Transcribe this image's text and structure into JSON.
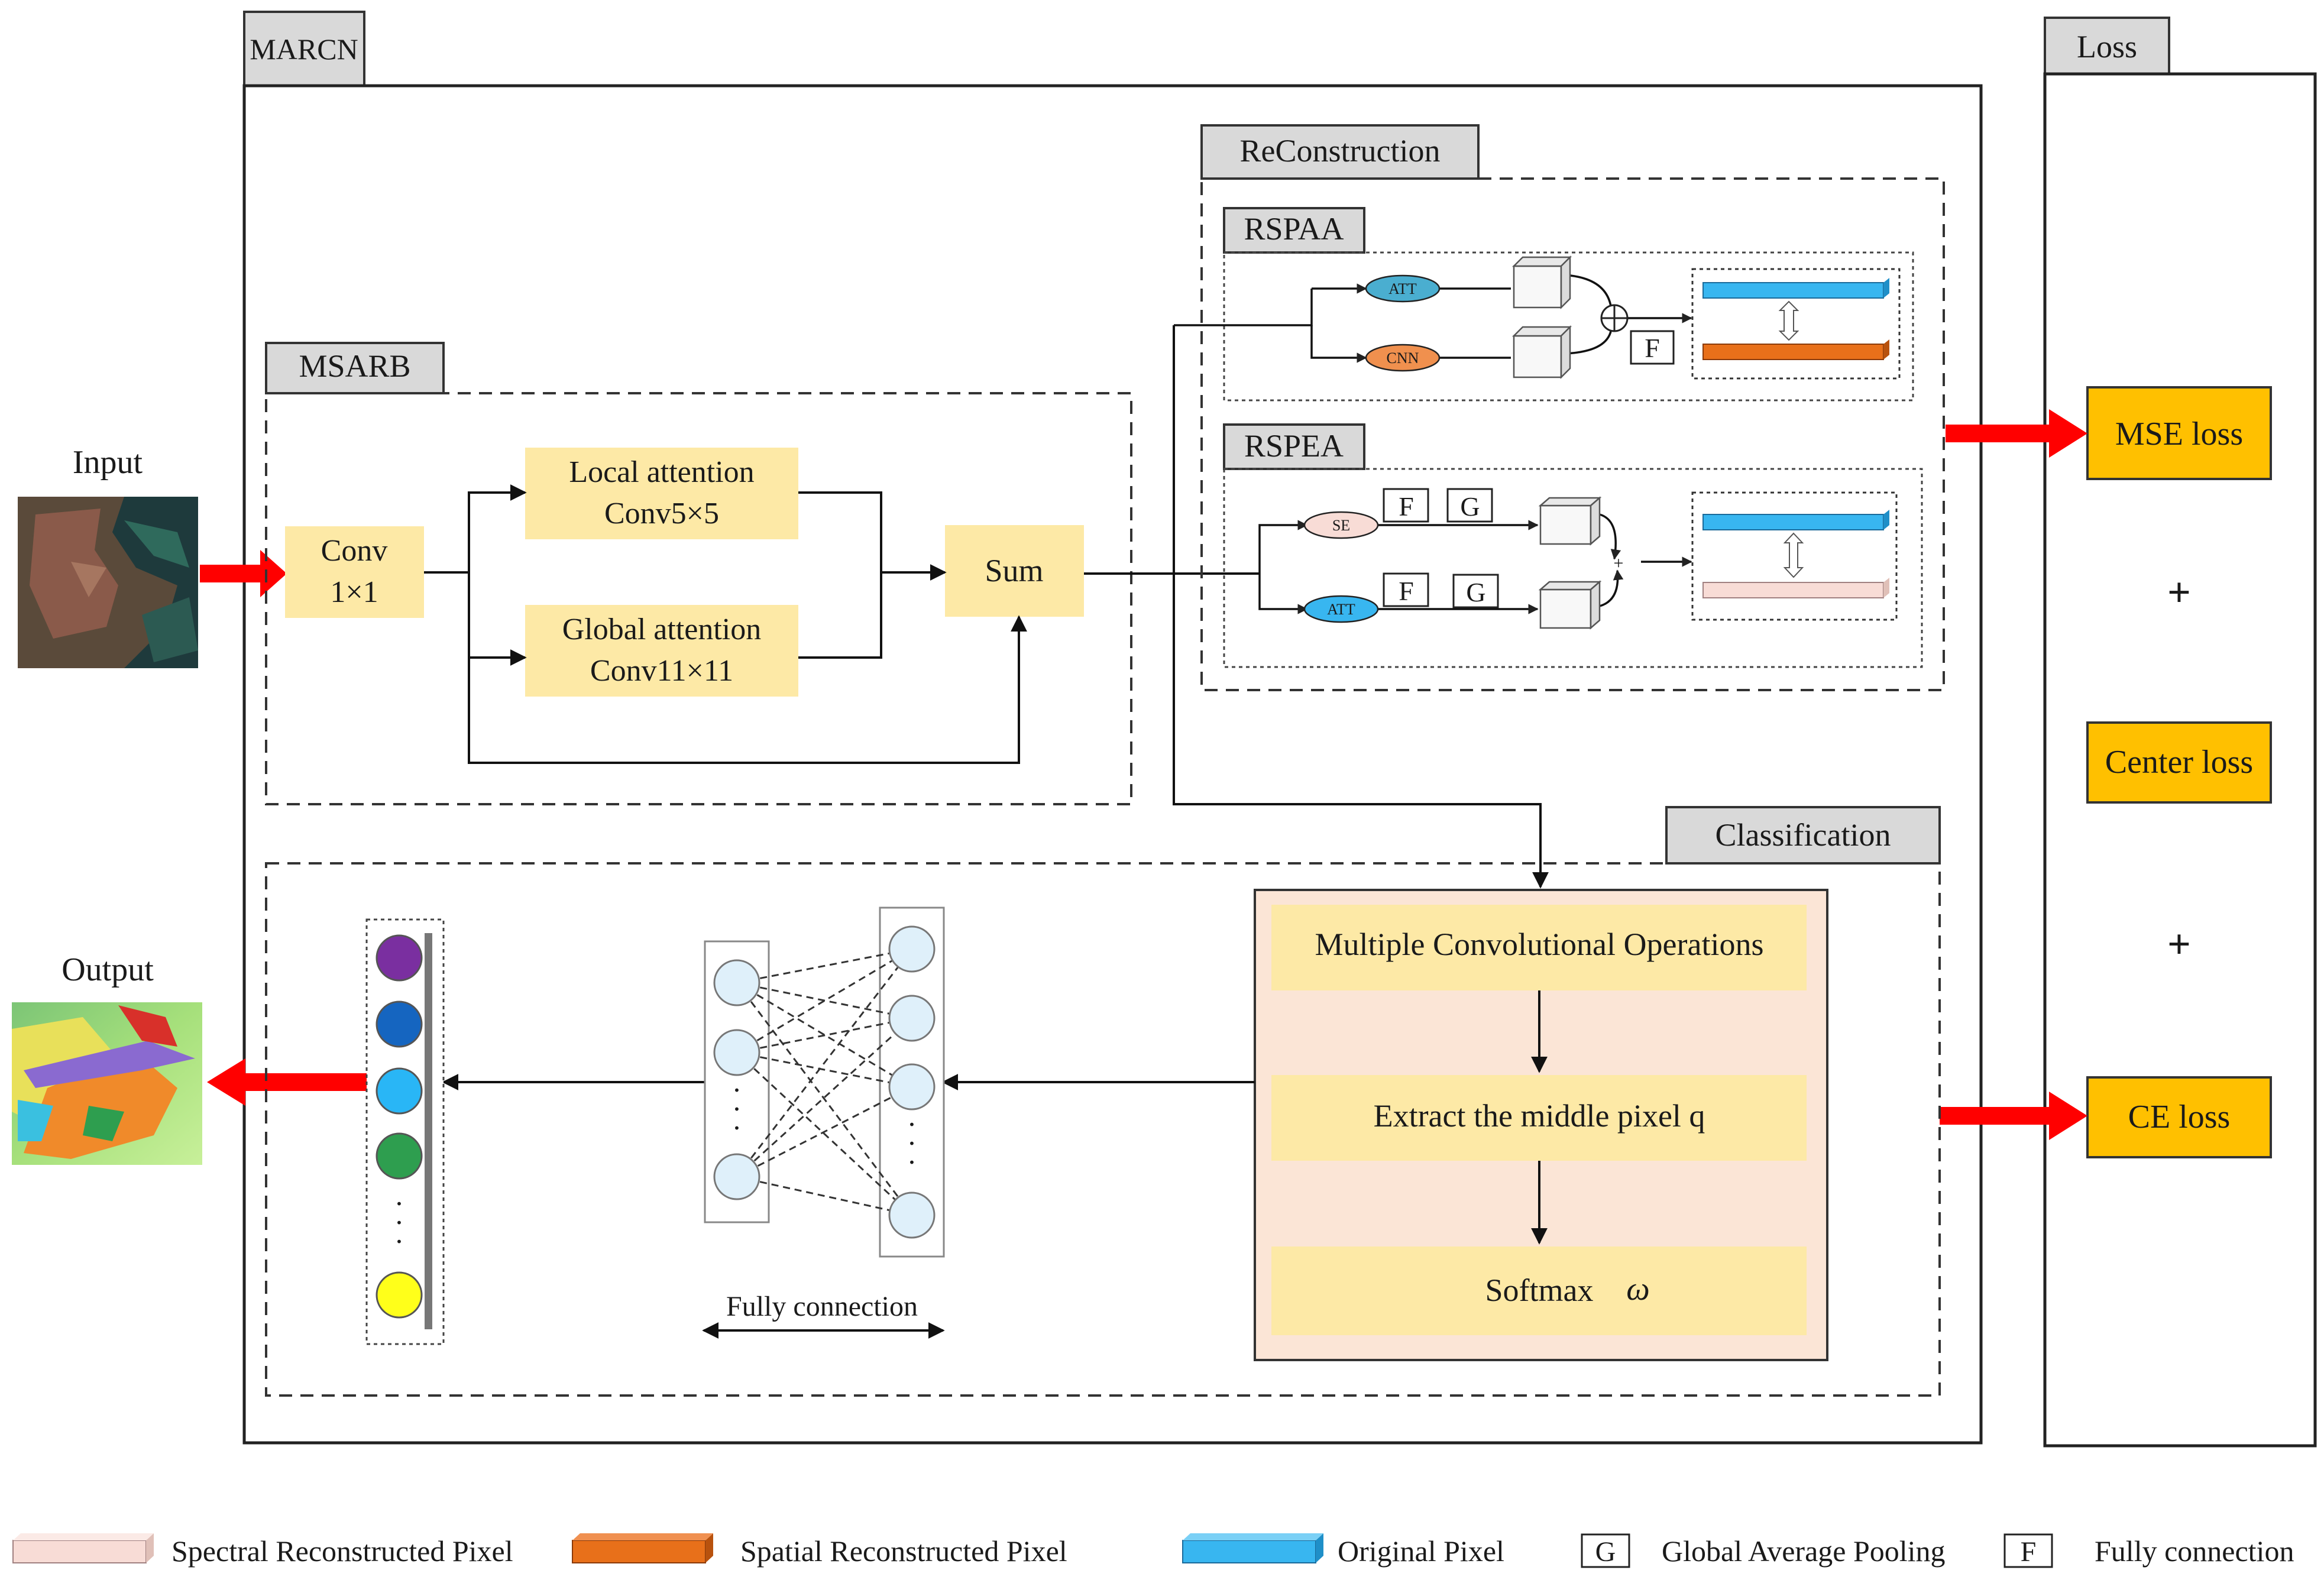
{
  "inputs": {
    "input_label": "Input",
    "output_label": "Output"
  },
  "marcn": {
    "tab": "MARCN"
  },
  "msarb": {
    "tab": "MSARB",
    "conv_line1": "Conv",
    "conv_line2": "1×1",
    "local_line1": "Local attention",
    "local_line2": "Conv5×5",
    "global_line1": "Global attention",
    "global_line2": "Conv11×11",
    "sum": "Sum"
  },
  "reconstruction": {
    "tab": "ReConstruction",
    "rspaa": {
      "tab": "RSPAA",
      "att": "ATT",
      "cnn": "CNN",
      "f": "F"
    },
    "rspea": {
      "tab": "RSPEA",
      "se": "SE",
      "att": "ATT",
      "f1": "F",
      "g1": "G",
      "f2": "F",
      "g2": "G"
    }
  },
  "classification": {
    "tab": "Classification",
    "step1": "Multiple Convolutional Operations",
    "step2": "Extract the middle pixel q",
    "step3": "Softmax",
    "omega": "ω",
    "fc_label": "Fully connection",
    "dots": "·",
    "output_colors": [
      "#7a2fa0",
      "#1565c0",
      "#29b6f6",
      "#2e9e4f",
      "#ffff1a"
    ]
  },
  "loss": {
    "tab": "Loss",
    "mse": "MSE loss",
    "center": "Center loss",
    "ce": "CE loss",
    "plus": "+"
  },
  "legend": {
    "spectral": "Spectral Reconstructed Pixel",
    "spatial": "Spatial Reconstructed Pixel",
    "original": "Original Pixel",
    "g_symbol": "G",
    "g_text": "Global Average Pooling",
    "f_symbol": "F",
    "f_text": "Fully connection"
  },
  "colors": {
    "yellow_box": "#fde9a6",
    "orange_box": "#ffc000",
    "red_arrow": "#ff0000",
    "blue_pixel": "#38b6f0",
    "orange_pixel": "#e8701a",
    "pink_pixel": "#f8dcd6",
    "tab_gray": "#d9d9d9",
    "classification_bg": "#fbe5d6"
  }
}
